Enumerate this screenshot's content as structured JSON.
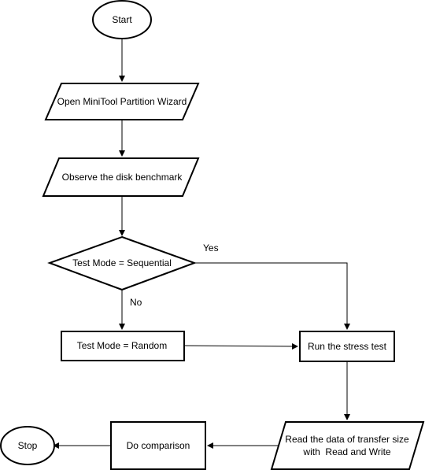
{
  "flowchart": {
    "nodes": {
      "start": {
        "shape": "ellipse",
        "label": "Start"
      },
      "open_wizard": {
        "shape": "parallelogram",
        "label": "Open MiniTool Partition Wizard"
      },
      "observe": {
        "shape": "parallelogram",
        "label": "Observe the disk benchmark"
      },
      "decision": {
        "shape": "diamond",
        "label": "Test Mode = Sequential"
      },
      "random": {
        "shape": "rectangle",
        "label": "Test Mode = Random"
      },
      "stress": {
        "shape": "rectangle",
        "label": "Run the stress test"
      },
      "read_data": {
        "shape": "parallelogram",
        "label_line1": "Read the data of transfer size",
        "label_line2": "with  Read and Write"
      },
      "compare": {
        "shape": "rectangle",
        "label": "Do comparison"
      },
      "stop": {
        "shape": "ellipse",
        "label": "Stop"
      }
    },
    "edges": [
      {
        "from": "start",
        "to": "open_wizard"
      },
      {
        "from": "open_wizard",
        "to": "observe"
      },
      {
        "from": "observe",
        "to": "decision"
      },
      {
        "from": "decision",
        "to": "stress",
        "label": "Yes"
      },
      {
        "from": "decision",
        "to": "random",
        "label": "No"
      },
      {
        "from": "random",
        "to": "stress"
      },
      {
        "from": "stress",
        "to": "read_data"
      },
      {
        "from": "read_data",
        "to": "compare"
      },
      {
        "from": "compare",
        "to": "stop"
      }
    ],
    "edge_labels": {
      "yes": "Yes",
      "no": "No"
    },
    "colors": {
      "stroke": "#000000",
      "fill": "#ffffff",
      "text": "#000000"
    }
  }
}
